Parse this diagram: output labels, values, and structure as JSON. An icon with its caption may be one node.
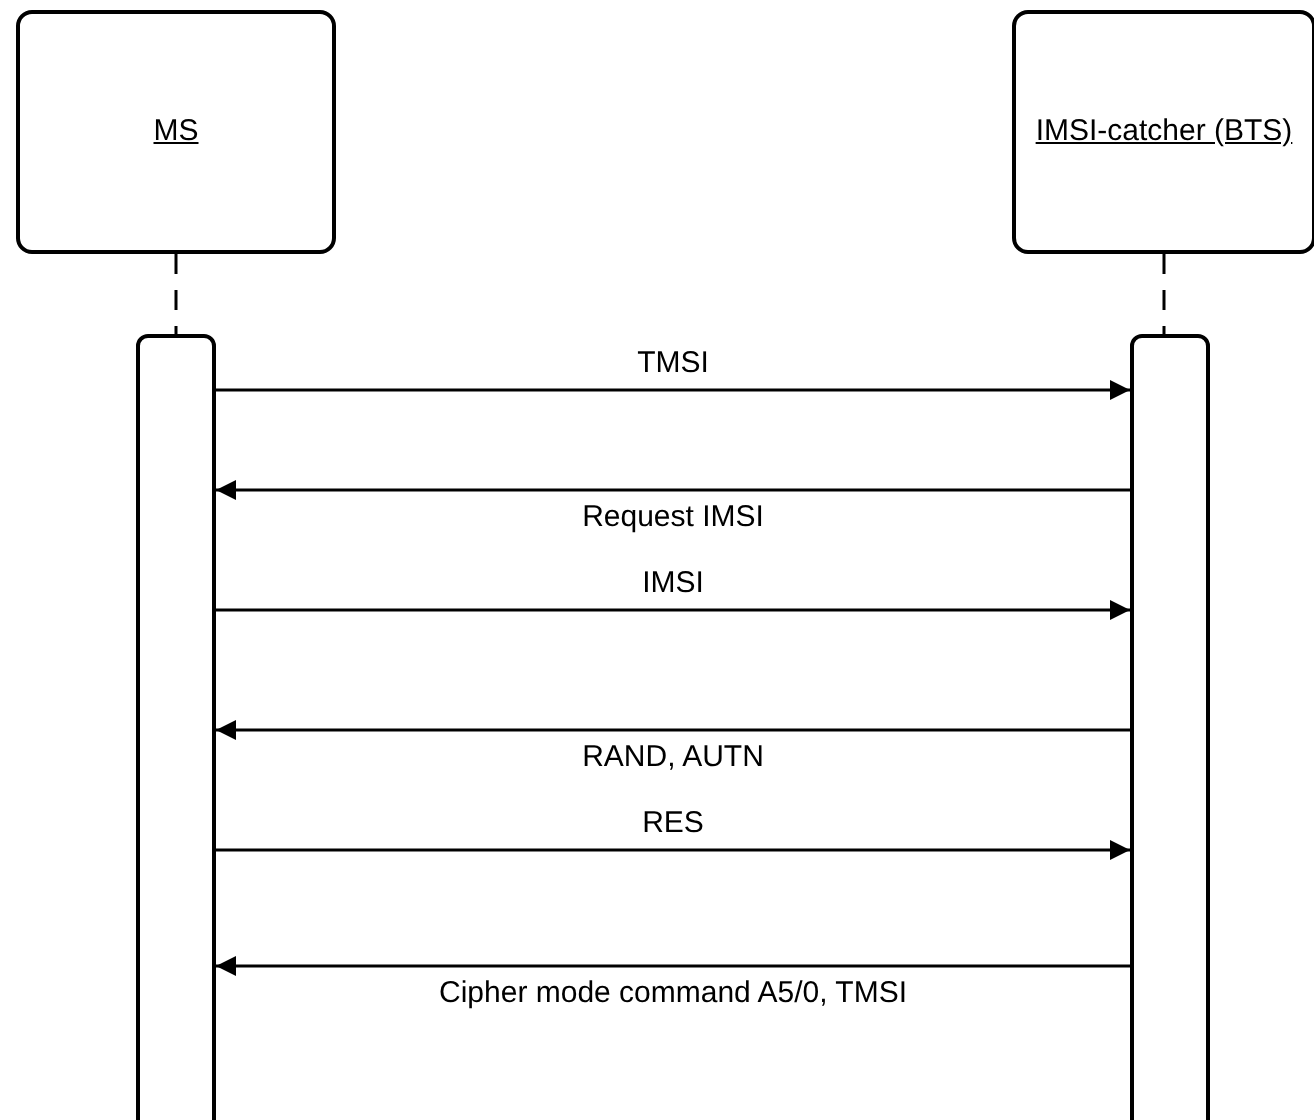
{
  "diagram": {
    "nodes": [
      {
        "text": [
          "MS"
        ]
      },
      {
        "text": [
          "IMSI-catcher (BTS)"
        ]
      },
      {
        "text": [],
        "shape": "bar"
      },
      {
        "text": [],
        "shape": "bar"
      }
    ],
    "edges": [
      {
        "from": 0,
        "to": 2,
        "arrow": "none",
        "style": "dashed"
      },
      {
        "from": 1,
        "to": 3,
        "arrow": "none",
        "style": "dashed"
      },
      {
        "from": 2,
        "to": 3,
        "arrow": "to",
        "label": "TMSI"
      },
      {
        "from": 3,
        "to": 2,
        "arrow": "to",
        "label": "Request IMSI"
      },
      {
        "from": 2,
        "to": 3,
        "arrow": "to",
        "label": "IMSI"
      },
      {
        "from": 3,
        "to": 2,
        "arrow": "to",
        "label": "RAND, AUTN"
      },
      {
        "from": 2,
        "to": 3,
        "arrow": "to",
        "label": "RES"
      },
      {
        "from": 3,
        "to": 2,
        "arrow": "to",
        "label": "Cipher mode command A5/0, TMSI"
      }
    ]
  }
}
